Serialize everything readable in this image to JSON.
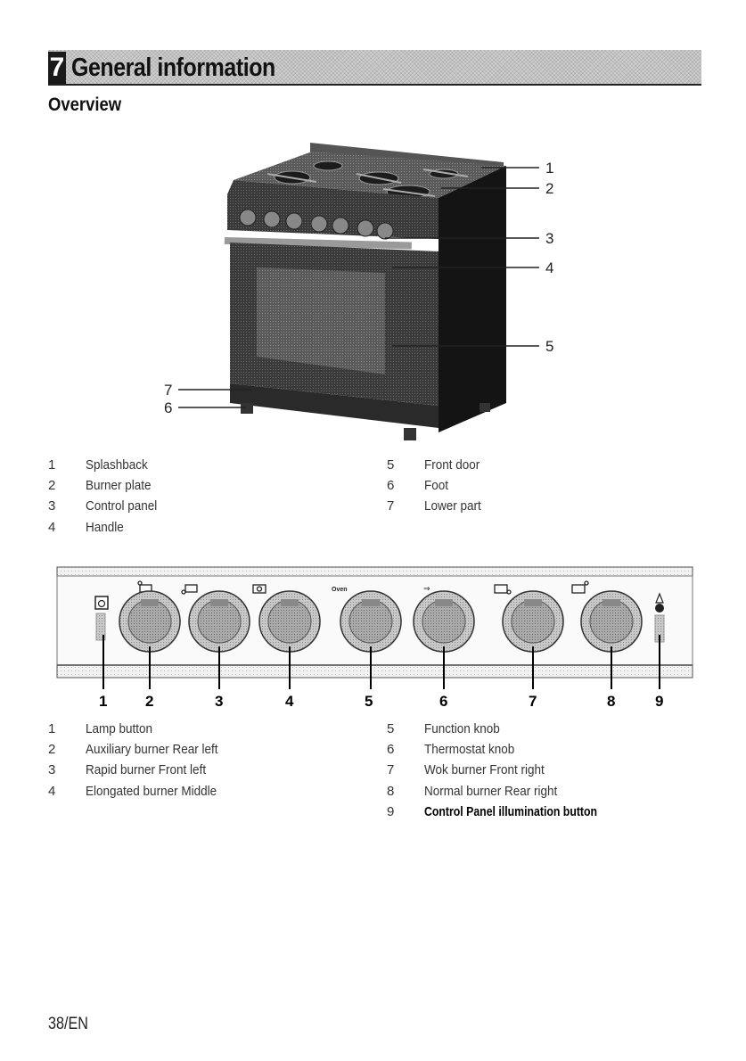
{
  "header": {
    "chapter_number": "7",
    "title": "General information"
  },
  "subtitle": "Overview",
  "stove_callouts": [
    "1",
    "2",
    "3",
    "4",
    "5",
    "7",
    "6"
  ],
  "stove_legend": {
    "left": [
      {
        "num": "1",
        "label": "Splashback"
      },
      {
        "num": "2",
        "label": "Burner plate"
      },
      {
        "num": "3",
        "label": "Control panel"
      },
      {
        "num": "4",
        "label": "Handle"
      }
    ],
    "right": [
      {
        "num": "5",
        "label": "Front door"
      },
      {
        "num": "6",
        "label": "Foot"
      },
      {
        "num": "7",
        "label": "Lower part"
      }
    ]
  },
  "panel": {
    "oven_label": "Oven",
    "numbers": [
      "1",
      "2",
      "3",
      "4",
      "5",
      "6",
      "7",
      "8",
      "9"
    ]
  },
  "panel_legend": {
    "left": [
      {
        "num": "1",
        "label": "Lamp button"
      },
      {
        "num": "2",
        "label": "Auxiliary burner Rear left"
      },
      {
        "num": "3",
        "label": "Rapid burner Front left"
      },
      {
        "num": "4",
        "label": "Elongated burner Middle"
      }
    ],
    "right": [
      {
        "num": "5",
        "label": "Function knob"
      },
      {
        "num": "6",
        "label": "Thermostat knob"
      },
      {
        "num": "7",
        "label": "Wok burner Front right"
      },
      {
        "num": "8",
        "label": "Normal burner Rear right"
      },
      {
        "num": "9",
        "label": "Control Panel illumination button"
      }
    ]
  },
  "footer": {
    "page": "38/EN"
  }
}
